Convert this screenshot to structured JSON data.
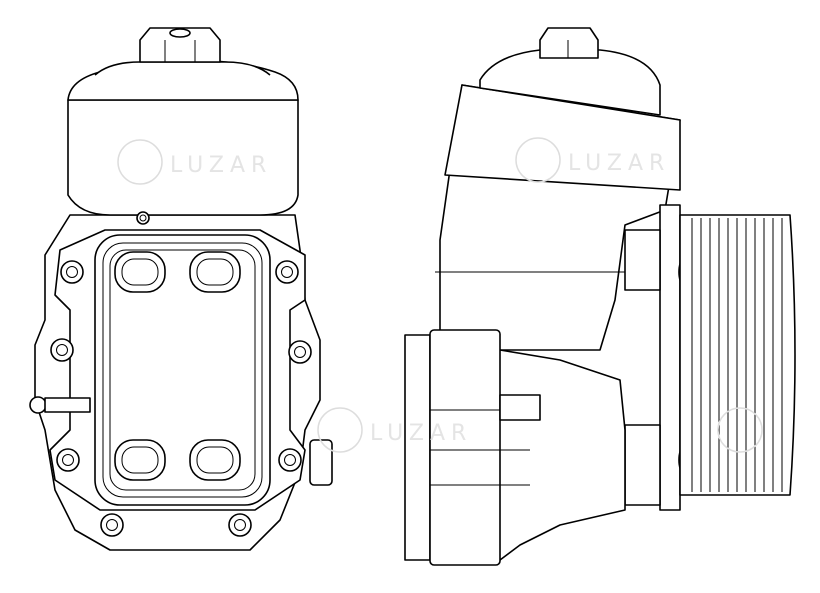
{
  "watermark": {
    "brand": "LUZAR",
    "color": "#dddddd"
  },
  "views": [
    "front-view",
    "side-view"
  ],
  "line_color": "#000000"
}
